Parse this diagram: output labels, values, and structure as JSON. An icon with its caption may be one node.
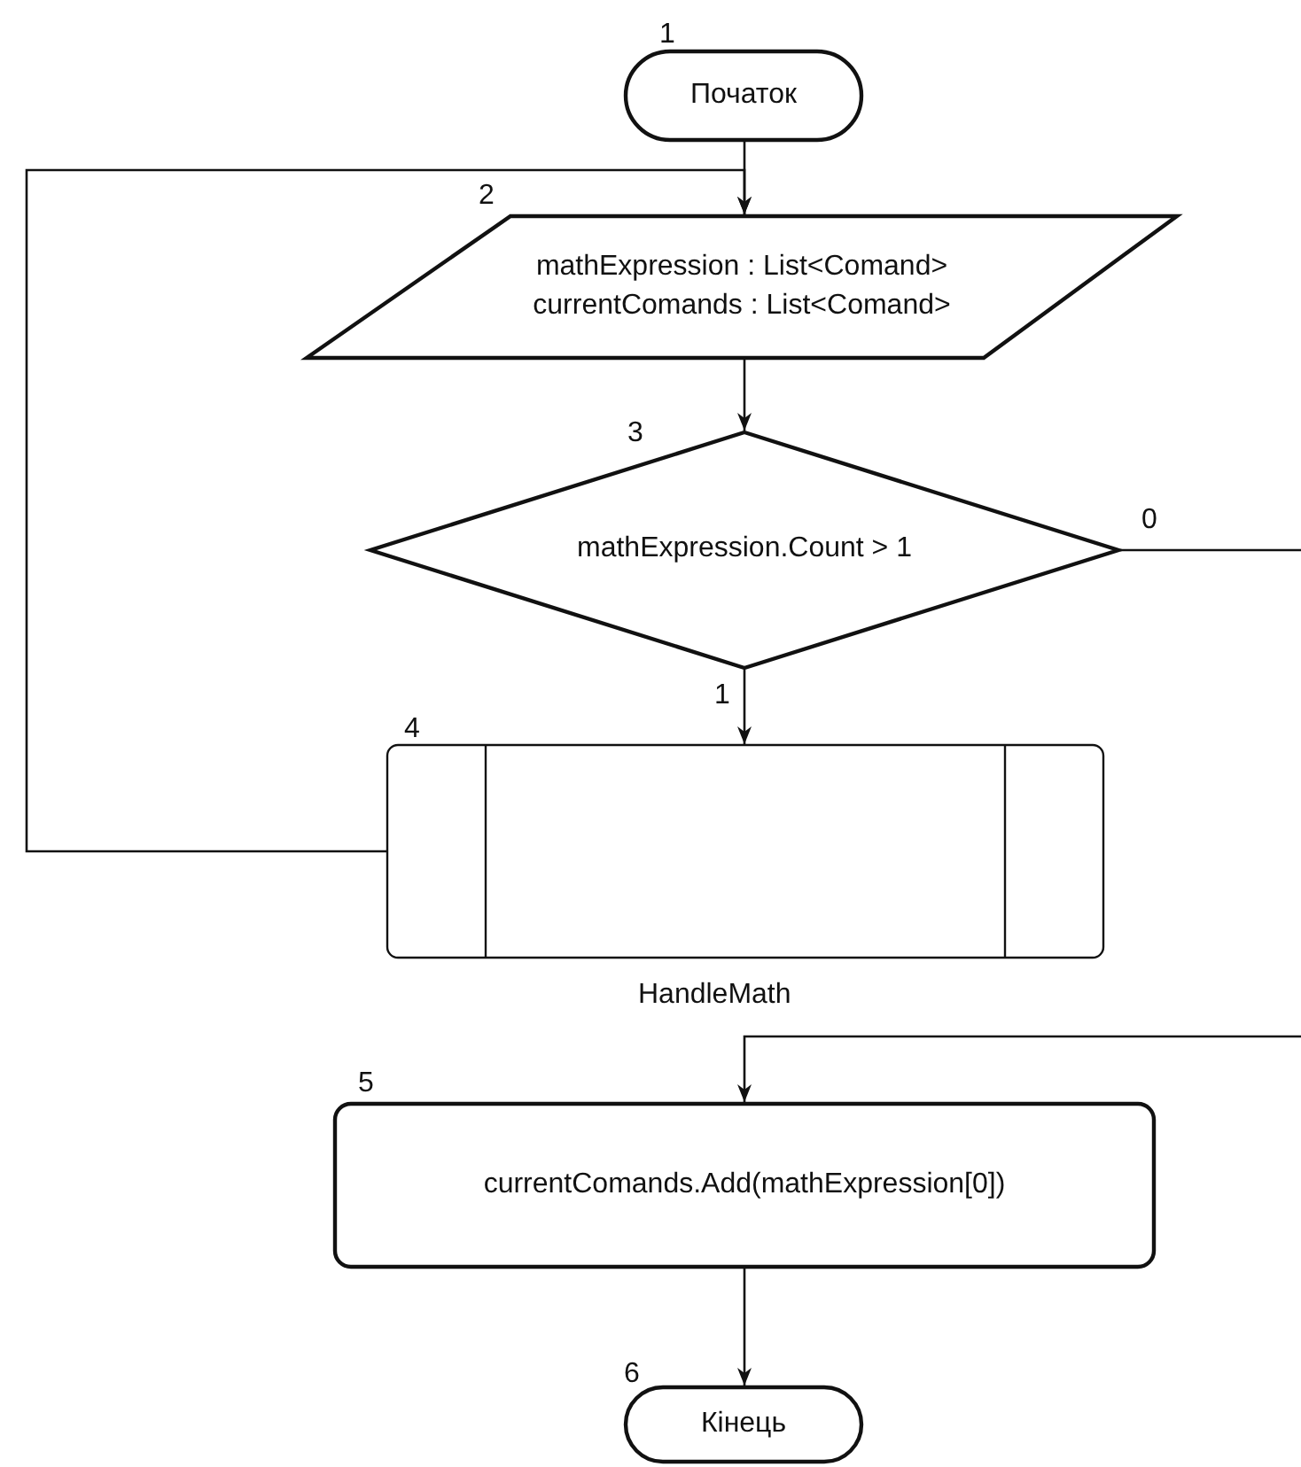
{
  "diagram": {
    "nodes": [
      {
        "text": [
          "Початок"
        ],
        "beside": [
          "1"
        ]
      },
      {
        "text": [
          "mathExpression : List<Comand>",
          "currentComands : List<Comand>"
        ],
        "beside": [
          "2"
        ]
      },
      {
        "text": [
          "mathExpression.Count > 1"
        ],
        "beside": [
          "3"
        ]
      },
      {
        "text": [],
        "shape": "box",
        "beside": [
          "4",
          "HandleMath"
        ]
      },
      {
        "text": [
          "currentComands.Add(mathExpression[0])"
        ],
        "beside": [
          "5"
        ]
      },
      {
        "text": [
          "Кінець"
        ],
        "beside": [
          "6"
        ]
      }
    ],
    "edges": [
      {
        "from": 0,
        "to": 1,
        "arrow": "to"
      },
      {
        "from": 1,
        "to": 2,
        "arrow": "to"
      },
      {
        "from": 2,
        "to": 3,
        "arrow": "to",
        "label": "1"
      },
      {
        "from": 3,
        "to": 1,
        "arrow": "to"
      },
      {
        "from": 2,
        "to": null,
        "arrow": "none",
        "label": "0"
      },
      {
        "from": null,
        "to": 4,
        "arrow": "to"
      },
      {
        "from": 4,
        "to": 5,
        "arrow": "to"
      }
    ]
  }
}
